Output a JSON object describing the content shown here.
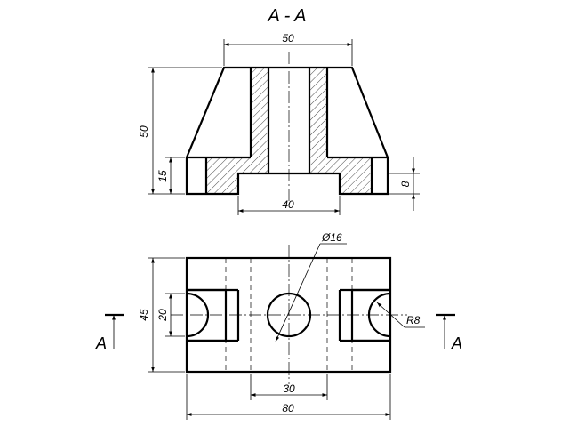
{
  "section_title": "A - A",
  "section_marker": "A",
  "dimensions": {
    "top_width": "50",
    "height": "50",
    "flange_height": "15",
    "groove_width": "40",
    "groove_depth": "8",
    "total_length": "80",
    "hole_spacing": "30",
    "total_width": "45",
    "slot_width": "20",
    "hole_diameter": "Ø16",
    "slot_radius": "R8"
  },
  "colors": {
    "line": "#000000",
    "background": "#ffffff"
  }
}
